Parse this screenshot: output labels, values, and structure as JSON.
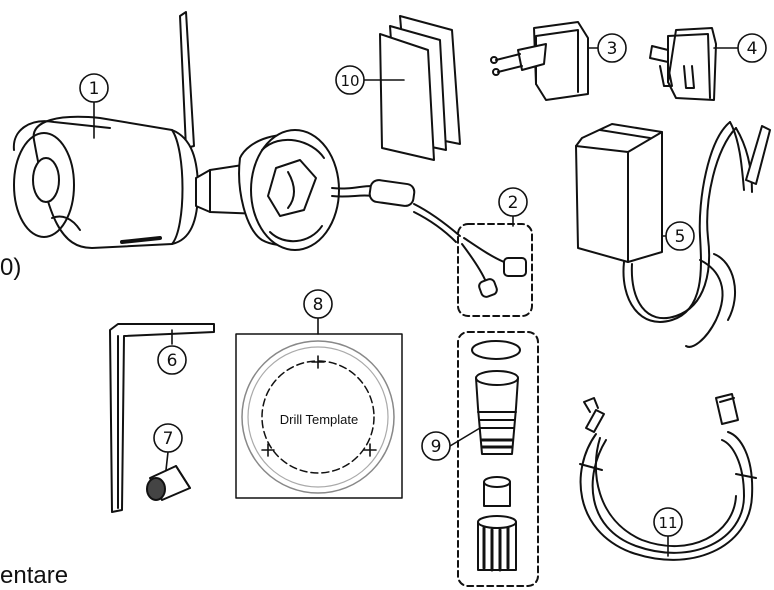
{
  "callouts": {
    "c1": "1",
    "c2": "2",
    "c3": "3",
    "c4": "4",
    "c5": "5",
    "c6": "6",
    "c7": "7",
    "c8": "8",
    "c9": "9",
    "c10": "10",
    "c11": "11"
  },
  "template_label": "Drill Template",
  "edge_text": {
    "left_fragment": "0)",
    "bottom_fragment": "entare"
  }
}
